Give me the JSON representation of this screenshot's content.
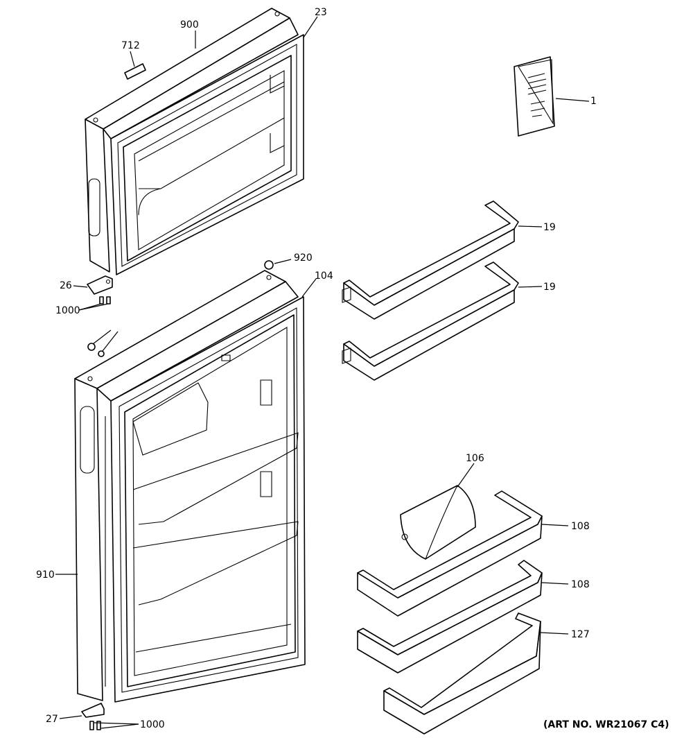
{
  "callouts": {
    "c900": "900",
    "c23": "23",
    "c712": "712",
    "c1": "1",
    "c19a": "19",
    "c19b": "19",
    "c920": "920",
    "c104": "104",
    "c26": "26",
    "c1000a": "1000",
    "c106": "106",
    "c108a": "108",
    "c108b": "108",
    "c127": "127",
    "c910": "910",
    "c27": "27",
    "c1000b": "1000"
  },
  "art_number": "(ART NO. WR21067 C4)"
}
